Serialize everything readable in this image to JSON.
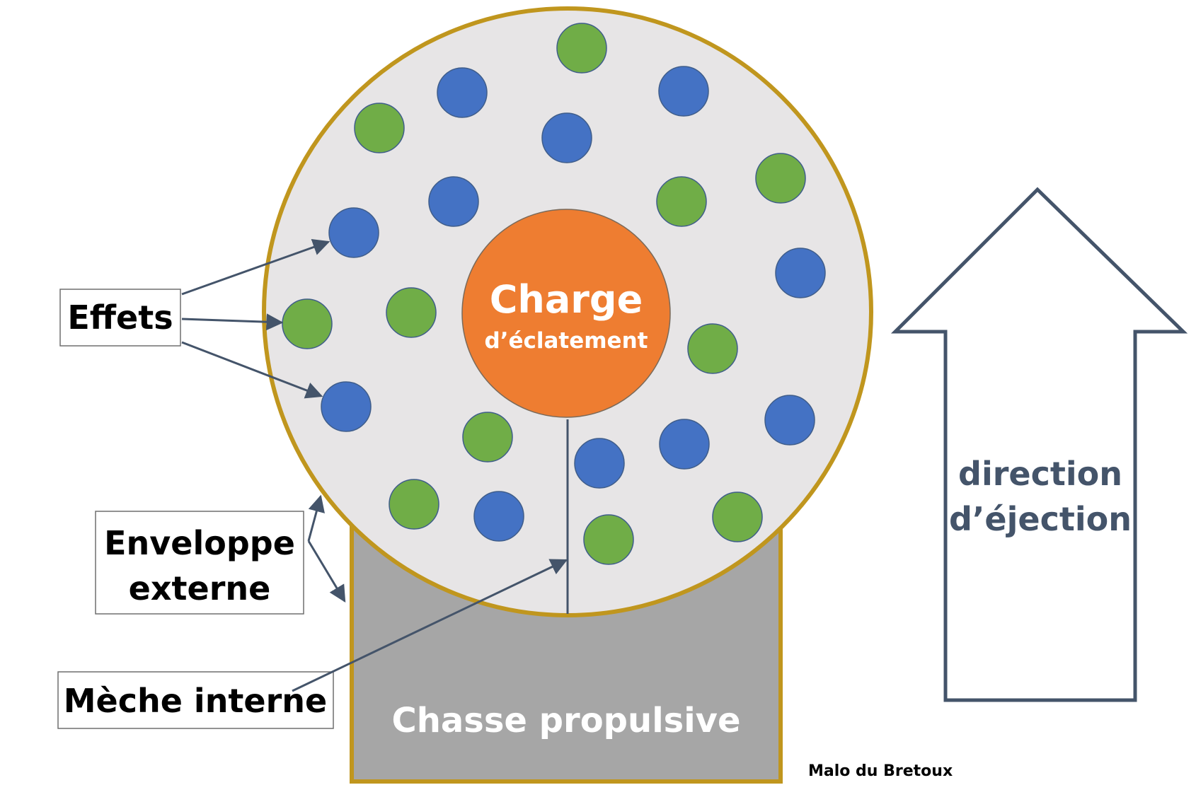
{
  "labels": {
    "charge_line1": "Charge",
    "charge_line2": "d’éclatement",
    "effets": "Effets",
    "enveloppe_line1": "Enveloppe",
    "enveloppe_line2": "externe",
    "meche": "Mèche interne",
    "chasse": "Chasse propulsive",
    "direction_line1": "direction",
    "direction_line2": "d’éjection",
    "credit": "Malo du Bretoux"
  },
  "colors": {
    "shell_fill": "#e7e5e6",
    "shell_stroke": "#c0961e",
    "charge": "#ee7d31",
    "propulsion": "#a6a6a6",
    "green_effect": "#70ad47",
    "blue_effect": "#4472c4",
    "arrow_line": "#44546a",
    "label_text": "#000000"
  }
}
